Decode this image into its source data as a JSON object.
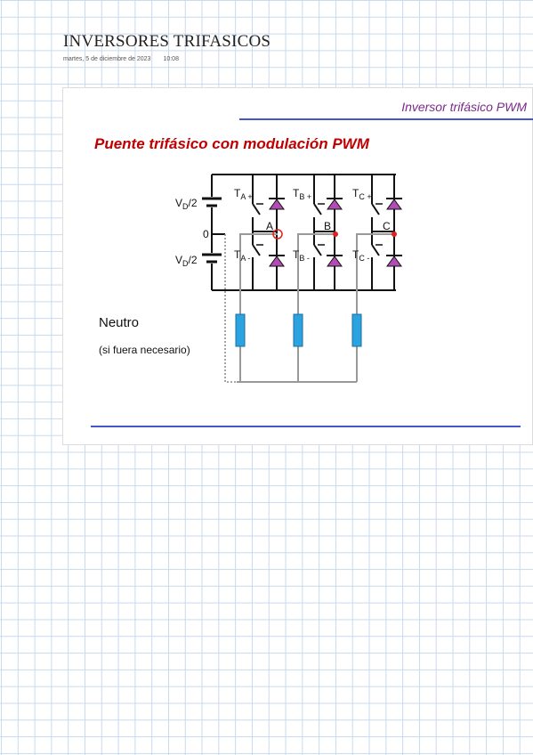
{
  "note": {
    "title": "INVERSORES TRIFASICOS",
    "date": "martes, 5 de diciembre de 2023",
    "time": "10:08"
  },
  "slide": {
    "header": "Inversor trifásico PWM",
    "title": "Puente trifásico con modulación PWM",
    "neutro_label": "Neutro",
    "neutro_note": "(si fuera necesario)",
    "circuit": {
      "supply_top": "V_D/2",
      "supply_bottom": "V_D/2",
      "midpoint": "0",
      "nodes": [
        "A",
        "B",
        "C"
      ],
      "upper_switches": [
        {
          "letter": "T",
          "sub": "A +"
        },
        {
          "letter": "T",
          "sub": "B +"
        },
        {
          "letter": "T",
          "sub": "C +"
        }
      ],
      "lower_switches": [
        {
          "letter": "T",
          "sub": "A -"
        },
        {
          "letter": "T",
          "sub": "B -"
        },
        {
          "letter": "T",
          "sub": "C -"
        }
      ],
      "colors": {
        "wire": "#111111",
        "load_wire": "#999999",
        "diode": "#b04cb4",
        "load": "#2aa3e0",
        "node_marker": "#e02020"
      }
    }
  }
}
